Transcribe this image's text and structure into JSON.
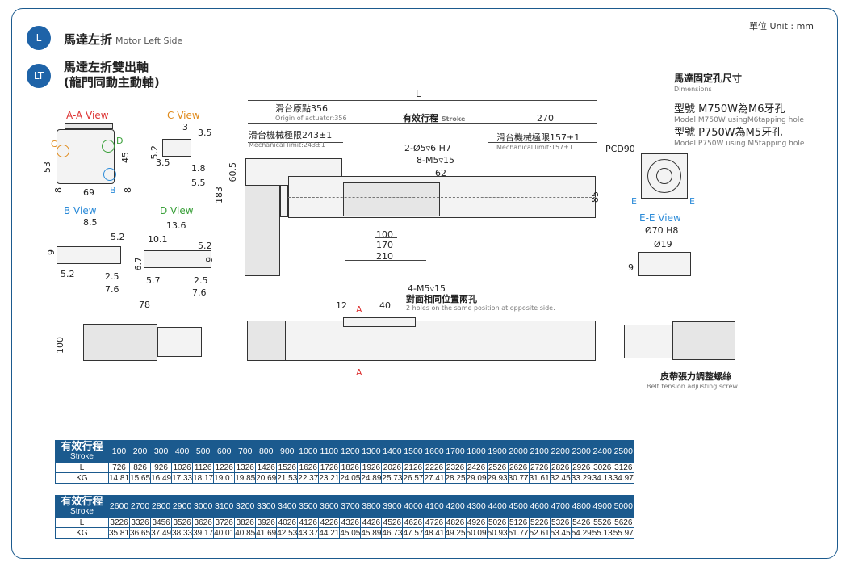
{
  "unit_label": "單位 Unit : mm",
  "sections": {
    "l": {
      "badge": "L",
      "title": "馬達左折",
      "subtitle": "Motor Left Side"
    },
    "lt": {
      "badge": "LT",
      "title_line1": "馬達左折雙出軸",
      "title_line2": "(龍門同動主動軸)"
    }
  },
  "views": {
    "aa": {
      "title": "A-A View",
      "dims": {
        "h53": "53",
        "w69": "69",
        "d8a": "8",
        "d8b": "8",
        "d45": "45"
      },
      "marks": {
        "c": "C",
        "d": "D",
        "b": "B"
      }
    },
    "c": {
      "title": "C View",
      "dims": {
        "d3": "3",
        "d35a": "3.5",
        "d52": "5.2",
        "d35b": "3.5",
        "d18": "1.8",
        "d55": "5.5"
      }
    },
    "b": {
      "title": "B View",
      "dims": {
        "d85": "8.5",
        "d52a": "5.2",
        "d9": "9",
        "d52b": "5.2",
        "d25": "2.5",
        "d76": "7.6"
      }
    },
    "d": {
      "title": "D View",
      "dims": {
        "d136": "13.6",
        "d101": "10.1",
        "d52": "5.2",
        "d67": "6.7",
        "d9": "9",
        "d57": "5.7",
        "d25": "2.5",
        "d76": "7.6"
      }
    },
    "ee": {
      "title": "E-E View",
      "pcd": "PCD90",
      "e_left": "E",
      "e_right": "E",
      "d70": "Ø70 H8",
      "d19": "Ø19",
      "d9": "9"
    }
  },
  "main": {
    "L": "L",
    "origin": "滑台原點356",
    "origin_en": "Origin of actuator:356",
    "stroke": "有效行程",
    "stroke_en": "Stroke",
    "d270": "270",
    "mech_left": "滑台機械極限243±1",
    "mech_left_en": "Mechanical limit:243±1",
    "mech_right": "滑台機械極限157±1",
    "mech_right_en": "Mechanical limit:157±1",
    "hole1": "2-Ø5▿6 H7",
    "hole2": "8-M5▿15",
    "d62": "62",
    "d605": "60.5",
    "d183": "183",
    "d85": "85",
    "d100": "100",
    "d170": "170",
    "d210": "210"
  },
  "bottom": {
    "d78": "78",
    "d100": "100",
    "d12": "12",
    "a_top": "A",
    "d40": "40",
    "a_bottom": "A",
    "holes": "4-M5▿15",
    "holes_zh": "對面相同位置兩孔",
    "holes_en": "2 holes on the same position at opposite side."
  },
  "dimensions_note": {
    "zh": "馬達固定孔尺寸",
    "en": "Dimensions"
  },
  "models": [
    {
      "zh": "型號 M750W為M6牙孔",
      "en": "Model M750W usingM6tapping hole"
    },
    {
      "zh": "型號 P750W為M5牙孔",
      "en": "Model P750W using M5tapping hole"
    }
  ],
  "belt": {
    "zh": "皮帶張力調整螺絲",
    "en": "Belt tension adjusting screw."
  },
  "spec_tables": [
    {
      "header_zh": "有效行程",
      "header_en": "Stroke",
      "strokes": [
        "100",
        "200",
        "300",
        "400",
        "500",
        "600",
        "700",
        "800",
        "900",
        "1000",
        "1100",
        "1200",
        "1300",
        "1400",
        "1500",
        "1600",
        "1700",
        "1800",
        "1900",
        "2000",
        "2100",
        "2200",
        "2300",
        "2400",
        "2500"
      ],
      "rows": [
        {
          "label": "L",
          "values": [
            "726",
            "826",
            "926",
            "1026",
            "1126",
            "1226",
            "1326",
            "1426",
            "1526",
            "1626",
            "1726",
            "1826",
            "1926",
            "2026",
            "2126",
            "2226",
            "2326",
            "2426",
            "2526",
            "2626",
            "2726",
            "2826",
            "2926",
            "3026",
            "3126"
          ]
        },
        {
          "label": "KG",
          "values": [
            "14.81",
            "15.65",
            "16.49",
            "17.33",
            "18.17",
            "19.01",
            "19.85",
            "20.69",
            "21.53",
            "22.37",
            "23.21",
            "24.05",
            "24.89",
            "25.73",
            "26.57",
            "27.41",
            "28.25",
            "29.09",
            "29.93",
            "30.77",
            "31.61",
            "32.45",
            "33.29",
            "34.13",
            "34.97"
          ]
        }
      ]
    },
    {
      "header_zh": "有效行程",
      "header_en": "Stroke",
      "strokes": [
        "2600",
        "2700",
        "2800",
        "2900",
        "3000",
        "3100",
        "3200",
        "3300",
        "3400",
        "3500",
        "3600",
        "3700",
        "3800",
        "3900",
        "4000",
        "4100",
        "4200",
        "4300",
        "4400",
        "4500",
        "4600",
        "4700",
        "4800",
        "4900",
        "5000"
      ],
      "rows": [
        {
          "label": "L",
          "values": [
            "3226",
            "3326",
            "3456",
            "3526",
            "3626",
            "3726",
            "3826",
            "3926",
            "4026",
            "4126",
            "4226",
            "4326",
            "4426",
            "4526",
            "4626",
            "4726",
            "4826",
            "4926",
            "5026",
            "5126",
            "5226",
            "5326",
            "5426",
            "5526",
            "5626"
          ]
        },
        {
          "label": "KG",
          "values": [
            "35.81",
            "36.65",
            "37.49",
            "38.33",
            "39.17",
            "40.01",
            "40.85",
            "41.69",
            "42.53",
            "43.37",
            "44.21",
            "45.05",
            "45.89",
            "46.73",
            "47.57",
            "48.41",
            "49.25",
            "50.09",
            "50.93",
            "51.77",
            "52.61",
            "53.45",
            "54.29",
            "55.13",
            "55.97"
          ]
        }
      ]
    }
  ]
}
